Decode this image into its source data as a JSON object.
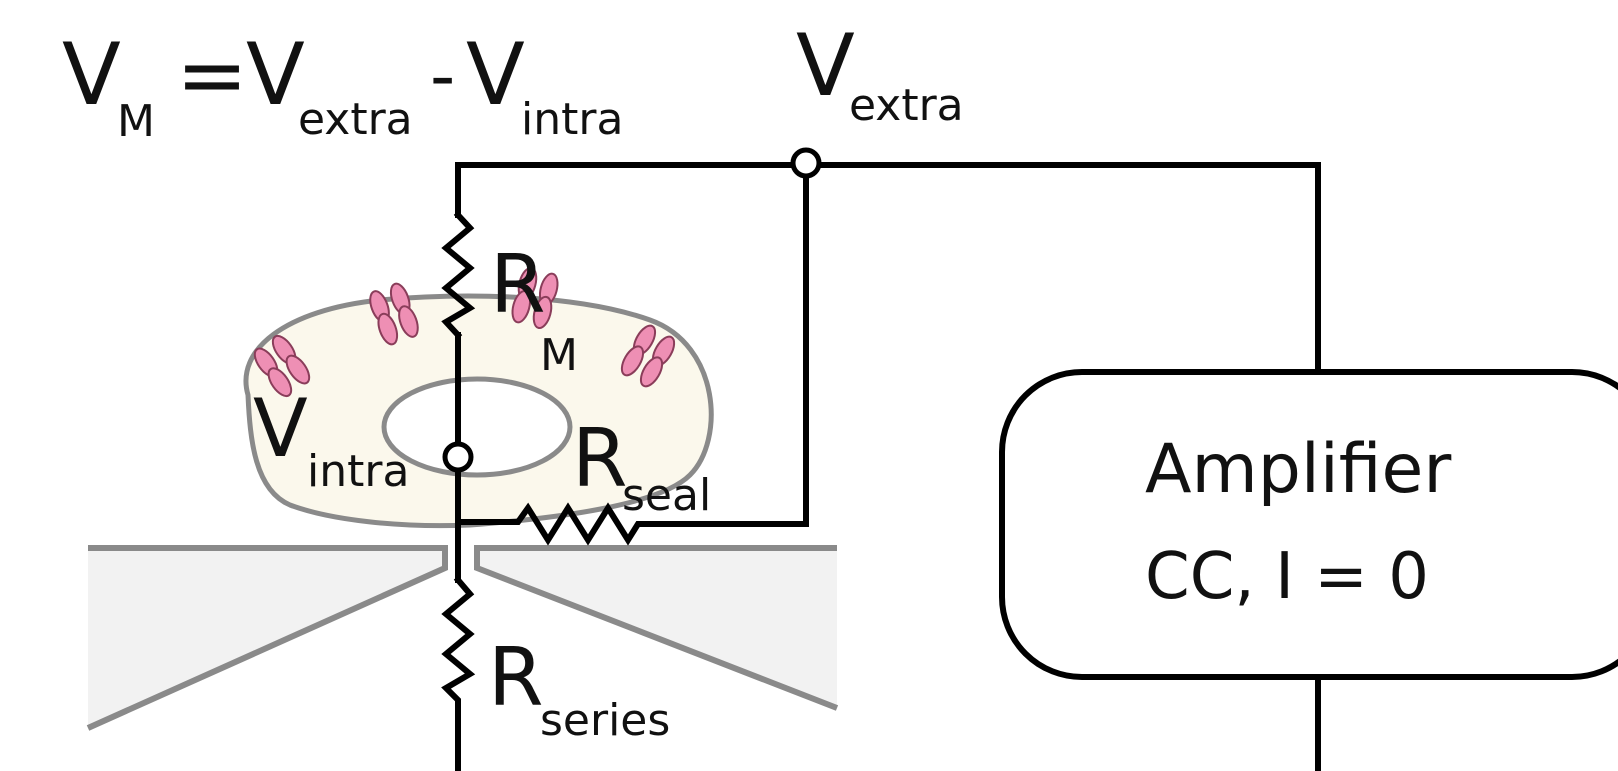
{
  "equation": {
    "lhs": "V",
    "lhs_sub": "M",
    "equals": "=",
    "term1": "V",
    "term1_sub": "extra",
    "minus": "-",
    "term2": "V",
    "term2_sub": "intra"
  },
  "node_extra": {
    "symbol": "V",
    "sub": "extra"
  },
  "node_intra": {
    "symbol": "V",
    "sub": "intra"
  },
  "resistor_membrane": {
    "symbol": "R",
    "sub": "M"
  },
  "resistor_seal": {
    "symbol": "R",
    "sub": "seal"
  },
  "resistor_series": {
    "symbol": "R",
    "sub": "series"
  },
  "amplifier": {
    "title": "Amplifier",
    "mode": "CC, I = 0"
  },
  "colors": {
    "wire": "#000000",
    "cell_fill": "#fbf8ec",
    "cell_outline": "#8a8a8a",
    "pipette_fill": "#f2f2f2",
    "pipette_outline": "#8a8a8a",
    "channel_fill": "#ee8fb4",
    "channel_outline": "#8a3d5a"
  }
}
